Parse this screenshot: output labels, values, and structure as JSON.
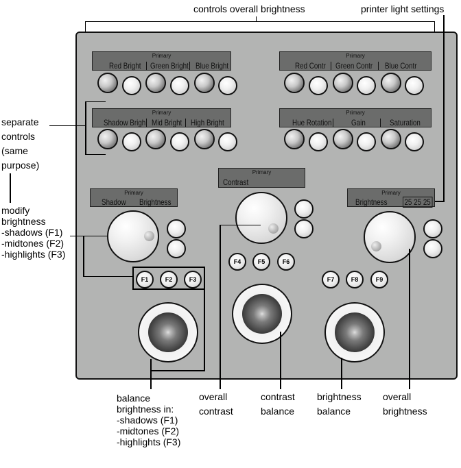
{
  "annotations": {
    "top_center": "controls overall brightness",
    "top_right": "printer light settings",
    "left_separate": [
      "separate",
      "controls",
      "(same",
      "purpose)"
    ],
    "left_modify": [
      "modify",
      "brightness",
      "-shadows (F1)",
      "-midtones (F2)",
      "-highlights (F3)"
    ],
    "bottom": [
      {
        "lines": [
          "balance",
          "brightness in:",
          "-shadows (F1)",
          "-midtones (F2)",
          "-highlights (F3)"
        ]
      },
      {
        "lines": [
          "overall",
          "contrast"
        ]
      },
      {
        "lines": [
          "contrast",
          "balance"
        ]
      },
      {
        "lines": [
          "brightness",
          "balance"
        ]
      },
      {
        "lines": [
          "overall",
          "brightness"
        ]
      }
    ]
  },
  "displays": {
    "rgb_bright": {
      "mode": "Primary",
      "labels": [
        "Red Bright",
        "Green Bright",
        "Blue Bright"
      ]
    },
    "rgb_contr": {
      "mode": "Primary",
      "labels": [
        "Red Contr",
        "Green Contr",
        "Blue Contr"
      ]
    },
    "tone_bright": {
      "mode": "Primary",
      "labels": [
        "Shadow Brigh",
        "Mid Bright",
        "High Bright"
      ]
    },
    "hue": {
      "mode": "Primary",
      "labels": [
        "Hue Rotation",
        "Gain",
        "Saturation"
      ]
    },
    "left": {
      "mode": "Primary",
      "labels": [
        "Shadow",
        "Brightness"
      ]
    },
    "center": {
      "mode": "Primary",
      "labels": [
        "Contrast"
      ]
    },
    "right": {
      "mode": "Primary",
      "labels": [
        "Brightness"
      ],
      "printer_value": "25 25 25"
    }
  },
  "function_keys": [
    "F1",
    "F2",
    "F3",
    "F4",
    "F5",
    "F6",
    "F7",
    "F8",
    "F9"
  ],
  "colors": {
    "panel": "#b3b4b3",
    "lcd": "#6b6c6b",
    "outline": "#111111"
  }
}
